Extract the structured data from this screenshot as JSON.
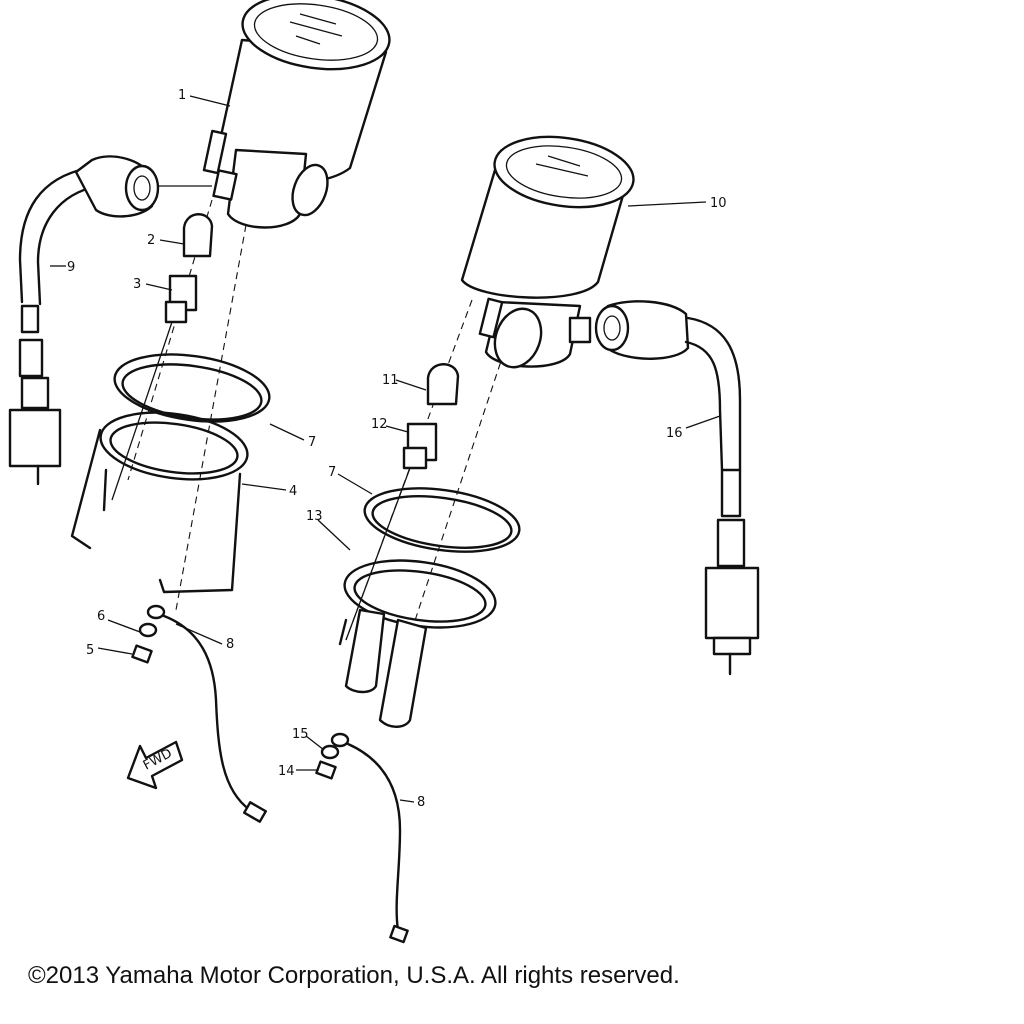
{
  "diagram": {
    "callouts": {
      "c1": "1",
      "c2": "2",
      "c3": "3",
      "c4": "4",
      "c5": "5",
      "c6": "6",
      "c7a": "7",
      "c7b": "7",
      "c8a": "8",
      "c8b": "8",
      "c9": "9",
      "c10": "10",
      "c11": "11",
      "c12": "12",
      "c13": "13",
      "c14": "14",
      "c15": "15",
      "c16": "16"
    },
    "fwd_label": "FWD"
  },
  "footer": {
    "copyright": "©2013 Yamaha Motor Corporation, U.S.A. All rights reserved."
  }
}
